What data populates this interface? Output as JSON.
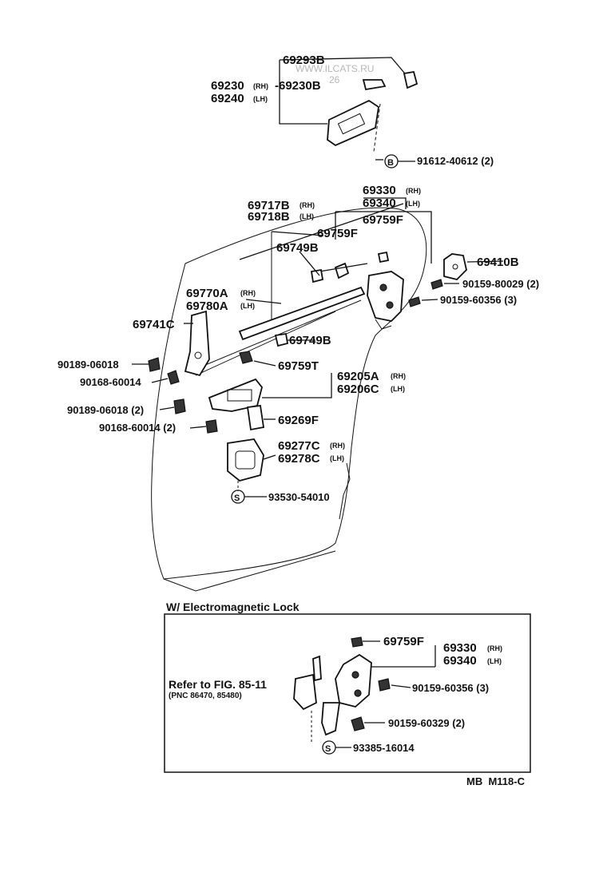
{
  "watermark": "WWW.ILCATS.RU",
  "watermark_num": "26",
  "parts": {
    "p69293B": "69293B",
    "p69230": "69230",
    "p69230_side": "(RH)",
    "p69230B": "-69230B",
    "p69240": "69240",
    "p69240_side": "(LH)",
    "p91612": "91612-40612 (2)",
    "p69330": "69330",
    "p69330_side": "(RH)",
    "p69340": "69340",
    "p69340_side": "(LH)",
    "p69717B": "69717B",
    "p69717B_side": "(RH)",
    "p69718B": "69718B",
    "p69718B_side": "(LH)",
    "p69759F_a": "69759F",
    "p69759F_b": "69759F",
    "p69749B_a": "69749B",
    "p69410B": "69410B",
    "p90159_80029": "90159-80029 (2)",
    "p90159_60356": "90159-60356 (3)",
    "p69770A": "69770A",
    "p69770A_side": "(RH)",
    "p69780A": "69780A",
    "p69780A_side": "(LH)",
    "p69741C": "69741C",
    "p69749B_b": "69749B",
    "p90189_06018": "90189-06018",
    "p90168_60014": "90168-60014",
    "p69759T": "69759T",
    "p69205A": "69205A",
    "p69205A_side": "(RH)",
    "p69206C": "69206C",
    "p69206C_side": "(LH)",
    "p90189_06018_2": "90189-06018 (2)",
    "p69269F": "69269F",
    "p90168_60014_2": "90168-60014 (2)",
    "p69277C": "69277C",
    "p69277C_side": "(RH)",
    "p69278C": "69278C",
    "p69278C_side": "(LH)",
    "p93530": "93530-54010"
  },
  "inset": {
    "title": "W/ Electromagnetic Lock",
    "p69759F": "69759F",
    "p69330": "69330",
    "p69330_side": "(RH)",
    "p69340": "69340",
    "p69340_side": "(LH)",
    "p90159_60356": "90159-60356 (3)",
    "p90159_60329": "90159-60329 (2)",
    "p93385": "93385-16014",
    "refer": "Refer to FIG. 85-11",
    "refer_sub": "(PNC 86470, 85480)"
  },
  "symbols": {
    "bolt_b": "B",
    "screw_s": "S"
  },
  "footer": "MB  M118-C"
}
